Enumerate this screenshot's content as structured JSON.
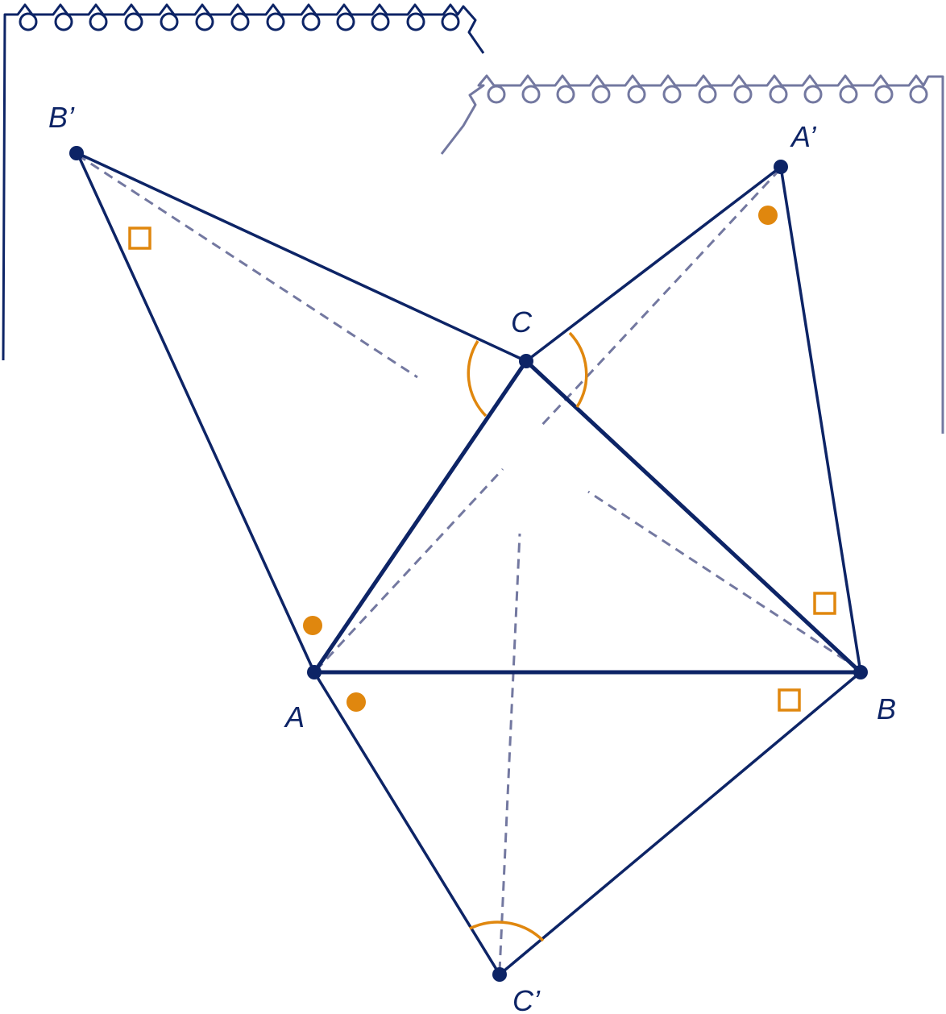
{
  "colors": {
    "primary": "#0d2466",
    "secondary": "#7378a0",
    "accent": "#e0870e",
    "background": "#ffffff"
  },
  "points": {
    "A": "A",
    "B": "B",
    "C": "C",
    "A_prime": "A’",
    "B_prime": "B’",
    "C_prime": "C’"
  },
  "markers": {
    "equal_angle_dot": "filled-circle",
    "equal_angle_square": "open-square",
    "angle_arc": "arc"
  },
  "decorations": {
    "left_notebook_edge": "spiral-binding",
    "right_notebook_edge": "spiral-binding"
  }
}
